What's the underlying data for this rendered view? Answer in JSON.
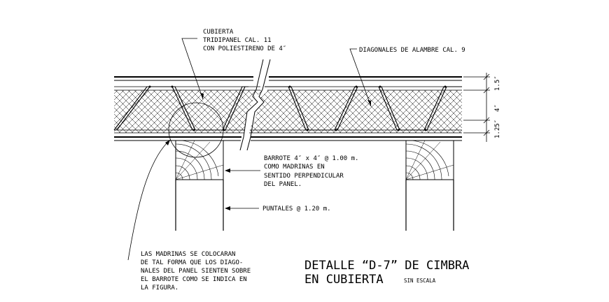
{
  "labels": {
    "cubierta": [
      "CUBIERTA",
      "TRIDIPANEL CAL. 11",
      "CON POLIESTIRENO DE 4″"
    ],
    "diagonales": "DIAGONALES DE ALAMBRE CAL. 9",
    "barrote": [
      "BARROTE 4″ x 4″ @ 1.00 m.",
      "COMO MADRINAS EN",
      "SENTIDO PERPENDICULAR",
      "DEL PANEL."
    ],
    "puntales": "PUNTALES @ 1.20 m.",
    "madrinas_note": [
      "LAS MADRINAS SE COLOCARAN",
      "DE TAL FORMA QUE LOS DIAGO-",
      "NALES DEL PANEL SIENTEN SOBRE",
      "EL BARROTE COMO SE INDICA EN",
      "LA FIGURA."
    ],
    "title_line1": "DETALLE “D-7” DE CIMBRA",
    "title_line2": "EN CUBIERTA",
    "scale": "SIN ESCALA"
  },
  "dimensions": {
    "top": "1.5″",
    "middle": "4″",
    "bottom": "1.25″"
  }
}
